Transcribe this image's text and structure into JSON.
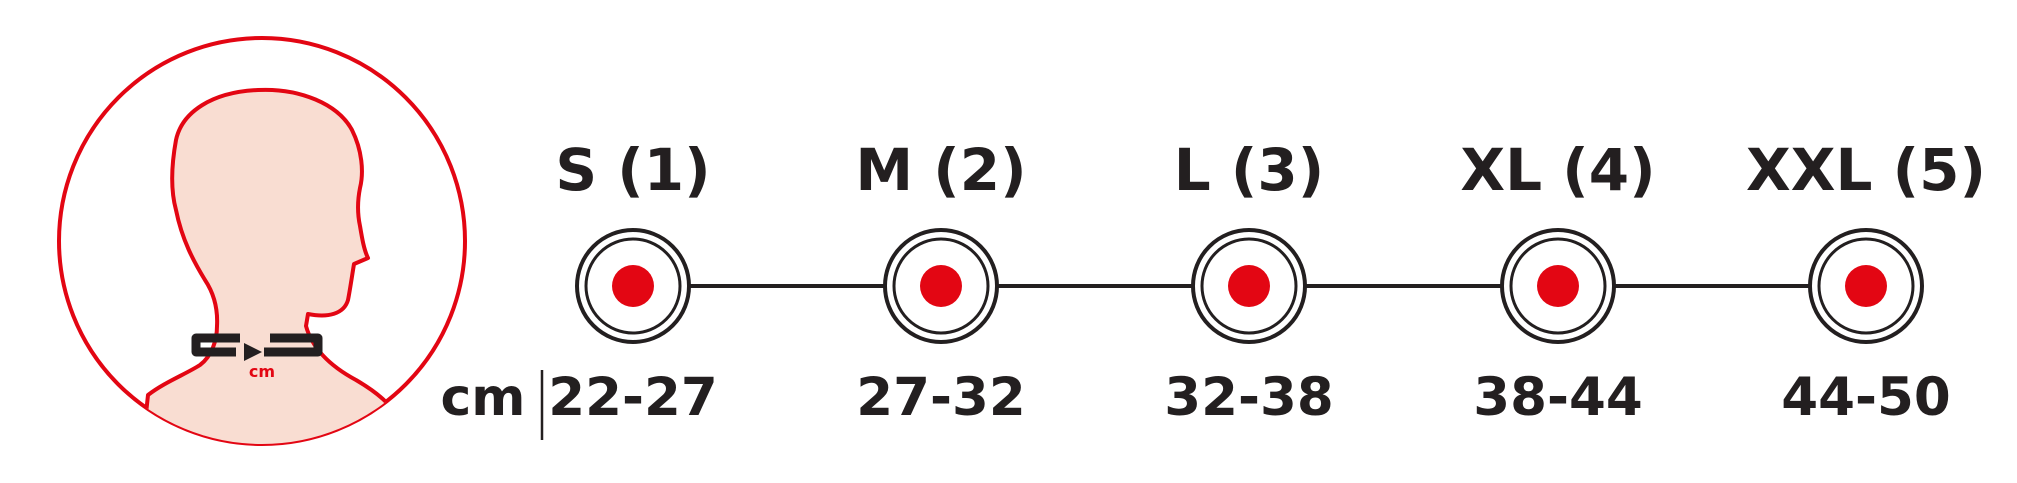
{
  "colors": {
    "accent": "#e30613",
    "line": "#231f20",
    "skin": "#f9ddd2"
  },
  "illustration": {
    "icon": "neck-measurement-icon",
    "neck_unit": "cm"
  },
  "scale": {
    "unit": "cm",
    "sizes": [
      {
        "label": "S (1)",
        "range": "22-27"
      },
      {
        "label": "M (2)",
        "range": "27-32"
      },
      {
        "label": "L (3)",
        "range": "32-38"
      },
      {
        "label": "XL (4)",
        "range": "38-44"
      },
      {
        "label": "XXL (5)",
        "range": "44-50"
      }
    ]
  }
}
